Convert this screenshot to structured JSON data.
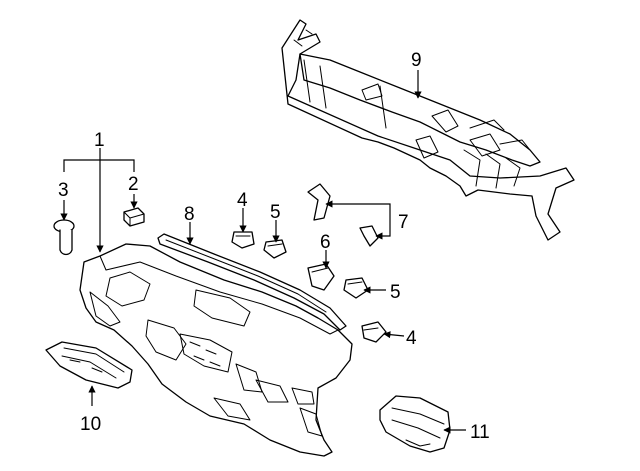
{
  "callouts": {
    "c1": "1",
    "c2": "2",
    "c3": "3",
    "c4a": "4",
    "c4b": "4",
    "c5a": "5",
    "c5b": "5",
    "c6": "6",
    "c7": "7",
    "c8": "8",
    "c9": "9",
    "c10": "10",
    "c11": "11"
  }
}
